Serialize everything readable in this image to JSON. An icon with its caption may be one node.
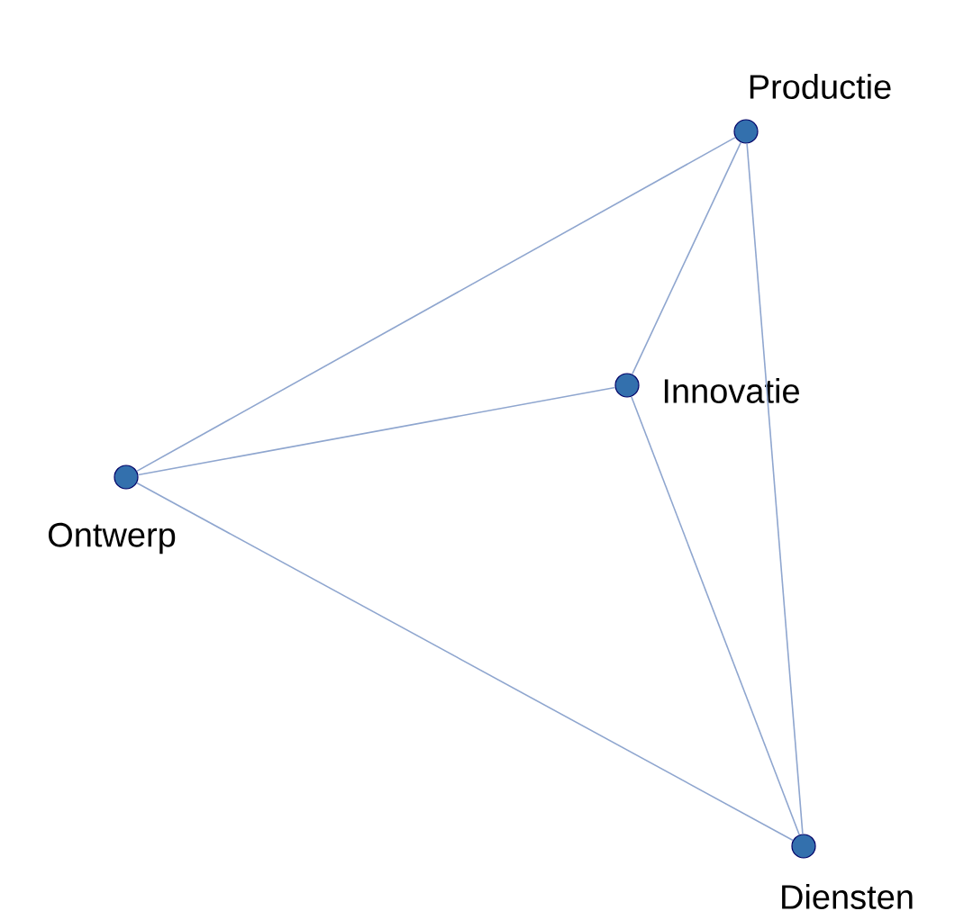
{
  "diagram": {
    "nodes": [
      {
        "text": [
          "Productie"
        ]
      },
      {
        "text": [
          "Innovatie"
        ]
      },
      {
        "text": [
          "Ontwerp"
        ]
      },
      {
        "text": [
          "Diensten"
        ]
      }
    ],
    "edges": [
      {
        "from": 0,
        "to": 2,
        "arrow": "none"
      },
      {
        "from": 0,
        "to": 1,
        "arrow": "none"
      },
      {
        "from": 0,
        "to": 3,
        "arrow": "none"
      },
      {
        "from": 1,
        "to": 2,
        "arrow": "none"
      },
      {
        "from": 1,
        "to": 3,
        "arrow": "none"
      },
      {
        "from": 2,
        "to": 3,
        "arrow": "none"
      }
    ]
  }
}
